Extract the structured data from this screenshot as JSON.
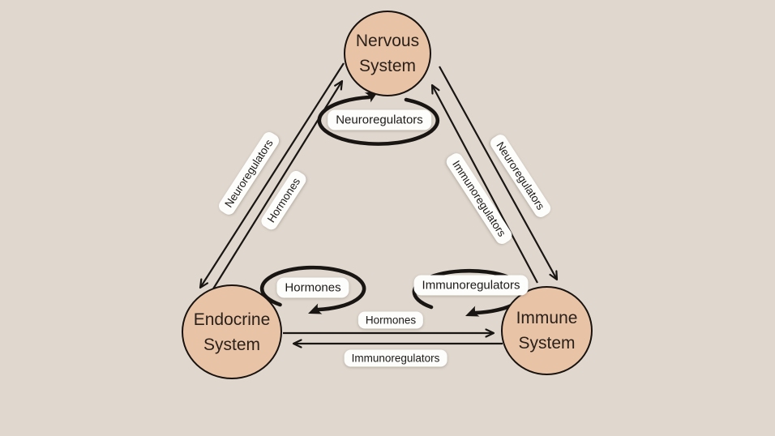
{
  "colors": {
    "background": "#e0d8ce",
    "node_fill": "#e9c3a6",
    "node_border": "#181310",
    "node_text": "#2a211b",
    "line_color": "#181512",
    "label_bg": "#fdfdfc",
    "label_text": "#1c1916"
  },
  "nodes": [
    {
      "id": "nervous",
      "line1": "Nervous",
      "line2": "System"
    },
    {
      "id": "endocrine",
      "line1": "Endocrine",
      "line2": "System"
    },
    {
      "id": "immune",
      "line1": "Immune",
      "line2": "System"
    }
  ],
  "self_loops": [
    {
      "node": "nervous",
      "label": "Neuroregulators"
    },
    {
      "node": "endocrine",
      "label": "Hormones"
    },
    {
      "node": "immune",
      "label": "Immunoregulators"
    }
  ],
  "edges": [
    {
      "from": "nervous",
      "to": "endocrine",
      "label": "Neuroregulators"
    },
    {
      "from": "endocrine",
      "to": "nervous",
      "label": "Hormones"
    },
    {
      "from": "immune",
      "to": "nervous",
      "label": "Immunoregulators"
    },
    {
      "from": "nervous",
      "to": "immune",
      "label": "Neuroregulators"
    },
    {
      "from": "endocrine",
      "to": "immune",
      "label": "Hormones"
    },
    {
      "from": "immune",
      "to": "endocrine",
      "label": "Immunoregulators"
    }
  ]
}
